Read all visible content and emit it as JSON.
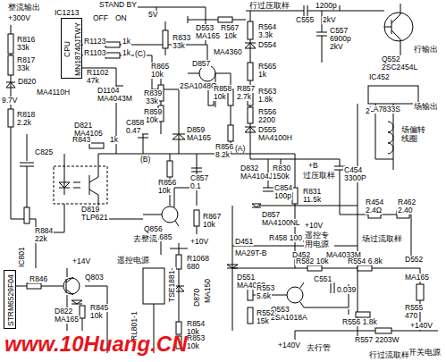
{
  "diagram": {
    "nodes": [
      {
        "text": [
          "CPU",
          "MN18740JTWY"
        ]
      },
      {
        "text": [
          "STRM6529F04"
        ]
      }
    ],
    "labels": [
      "IC1213",
      "STAND BY",
      "5V",
      "OFF",
      "ON",
      "整流输出",
      "+300V",
      "R816",
      "33k",
      "R817",
      "33k",
      "D820",
      "MA4110H",
      "9.7V",
      "R818",
      "2.2k",
      "R1123",
      "1k",
      "R1103",
      "1k",
      "(C)",
      "R1102",
      "47k",
      "D1104",
      "MA4043M",
      "R833",
      "33k",
      "D553",
      "MA165",
      "R567",
      "10k",
      "R865",
      "10k",
      "D857",
      "2SA1048O",
      "R839",
      "33k",
      "R859",
      "10k",
      "R858",
      "10k",
      "R857",
      "2.7k",
      "R856",
      "8.2k",
      "C858",
      "0.47",
      "D859",
      "MA165",
      "D821",
      "MA4105",
      "R843",
      "1k",
      "C825",
      "(B)",
      "(A)",
      "R856",
      "10k",
      "C857",
      "0.1",
      "D819",
      "TLP621",
      "R884",
      "22k",
      "Q856",
      "2SC1685",
      "R867",
      "10k",
      "行过压取样",
      "R564",
      "3.3k",
      "D554",
      "MA4360",
      "R565",
      "1k",
      "R563",
      "1.8k",
      "R556",
      "2200",
      "D555",
      "MA4100H",
      "C555",
      "1200p",
      "2kV",
      "C557",
      "6900p",
      "2kV",
      "行输出",
      "Q552",
      "2SC2454L",
      "IC452",
      "LA7833S",
      "场输出",
      "2",
      "场偏转线圈",
      "D832",
      "MA4104J",
      "R830",
      "150k",
      "+B",
      "过压取样",
      "C454",
      "3300P",
      "C854",
      "100p",
      "R831",
      "11.5k",
      "D857",
      "MA4100NL",
      "+10V",
      "遥控专用电源",
      "R454",
      "2.4Ω",
      "R462",
      "2.40",
      "R458 100",
      "D451",
      "MA29T-B",
      "D452",
      "MA4033M",
      "场过流取样",
      "D551",
      "MA4068",
      "R582 10k",
      "R554 6.8k",
      "D552",
      "MA165",
      "R553",
      "5.6k",
      "Q553",
      "2SA1018A",
      "C551",
      "0.039",
      "R555",
      "470",
      "R552",
      "15k",
      "R556 1.8k",
      "R557 2203W",
      "+140V",
      "开关电源",
      "行过流取样",
      "+140V",
      "去行管",
      "去整流",
      "遥控电源",
      "+10V",
      "R1068",
      "680",
      "RL801-1",
      "TSE1881-",
      "D870",
      "MA150",
      "R854",
      "10k",
      "R853",
      "10k",
      "+14V",
      "Q803",
      "R846",
      "D822",
      "MA165",
      "R845",
      "10k",
      "IC801",
      "www.10Huang.CN"
    ]
  }
}
